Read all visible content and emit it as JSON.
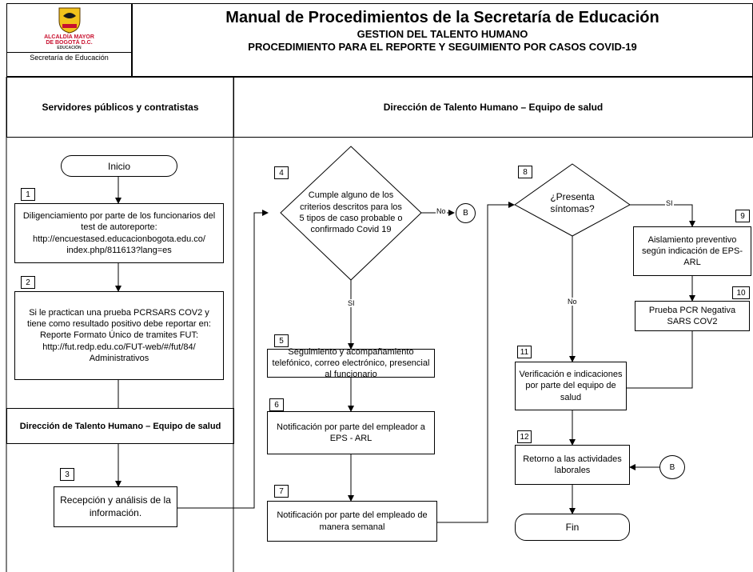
{
  "header": {
    "logo_line1": "ALCALDÍA MAYOR",
    "logo_line2": "DE BOGOTÁ D.C.",
    "logo_line3": "EDUCACIÓN",
    "logo_caption": "Secretaría de Educación",
    "title": "Manual de Procedimientos de la Secretaría de Educación",
    "subtitle": "GESTION DEL TALENTO HUMANO",
    "procedure": "PROCEDIMIENTO PARA EL REPORTE Y SEGUIMIENTO POR CASOS COVID-19"
  },
  "lanes": {
    "left": "Servidores públicos y contratistas",
    "right": "Dirección de Talento Humano – Equipo de salud",
    "left_sub": "Dirección de Talento Humano – Equipo de salud"
  },
  "flow": {
    "start": "Inicio",
    "end": "Fin",
    "s1_num": "1",
    "s1": "Diligenciamiento por parte de los funcionarios del test de autoreporte: http://encuestased.educacionbogota.edu.co/ index.php/811613?lang=es",
    "s2_num": "2",
    "s2": "Si le practican una prueba PCRSARS COV2 y tiene como resultado positivo debe reportar en: Reporte Formato Único de tramites FUT: http://fut.redp.edu.co/FUT-web/#/fut/84/ Administrativos",
    "s3_num": "3",
    "s3": "Recepción y análisis de la información.",
    "s4_num": "4",
    "s4": "Cumple alguno de los criterios descritos para los 5 tipos de caso probable o confirmado Covid 19",
    "s5_num": "5",
    "s5": "Seguimiento y acompañamiento telefónico, correo electrónico, presencial al funcionario",
    "s6_num": "6",
    "s6": "Notificación por parte del empleador a EPS - ARL",
    "s7_num": "7",
    "s7": "Notificación por parte del empleado de manera semanal",
    "s8_num": "8",
    "s8": "¿Presenta síntomas?",
    "s9_num": "9",
    "s9": "Aislamiento preventivo según indicación de EPS-ARL",
    "s10_num": "10",
    "s10": "Prueba PCR Negativa SARS COV2",
    "s11_num": "11",
    "s11": "Verificación e indicaciones por parte del equipo de salud",
    "s12_num": "12",
    "s12": "Retorno a las actividades laborales",
    "connector_b": "B",
    "label_no": "No",
    "label_si": "SI"
  }
}
